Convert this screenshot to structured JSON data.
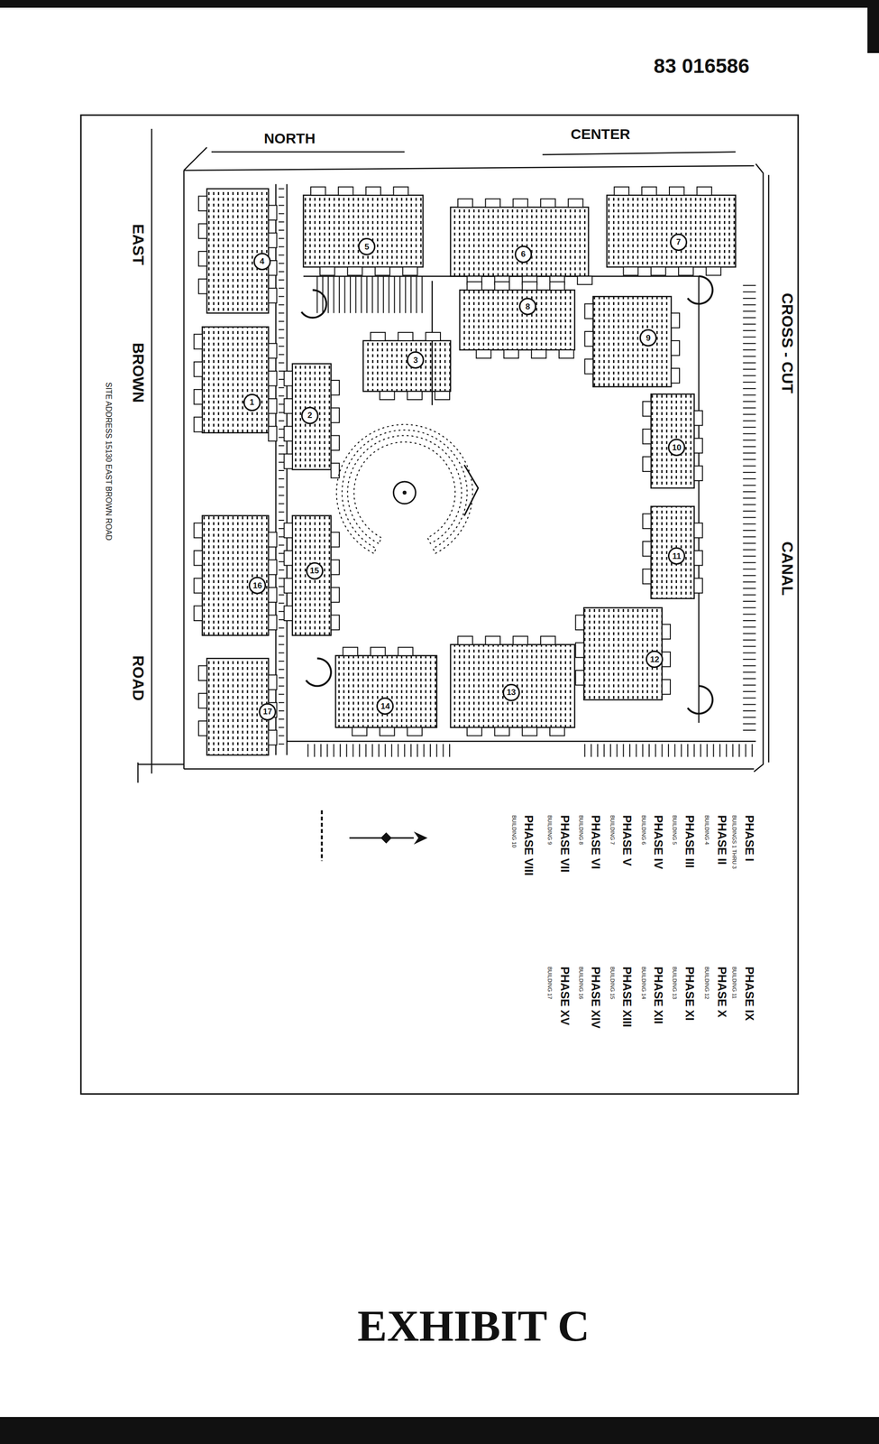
{
  "diagram": {
    "caption": "EXHIBIT C",
    "nodes": [
      {
        "text": [
          "1"
        ]
      },
      {
        "text": [
          "2"
        ]
      },
      {
        "text": [
          "3"
        ]
      },
      {
        "text": [
          "4"
        ]
      },
      {
        "text": [
          "5"
        ]
      },
      {
        "text": [
          "6"
        ]
      },
      {
        "text": [
          "7"
        ]
      },
      {
        "text": [
          "8"
        ]
      },
      {
        "text": [
          "9"
        ]
      },
      {
        "text": [
          "10"
        ]
      },
      {
        "text": [
          "11"
        ]
      },
      {
        "text": [
          "12"
        ]
      },
      {
        "text": [
          "13"
        ]
      },
      {
        "text": [
          "14"
        ]
      },
      {
        "text": [
          "15"
        ]
      },
      {
        "text": [
          "16"
        ]
      },
      {
        "text": [
          "17"
        ]
      }
    ],
    "labels": [
      "83 016586",
      "NORTH",
      "CENTER",
      "EAST",
      "BROWN",
      "ROAD",
      "CROSS - CUT",
      "CANAL",
      "SITE ADDRESS 15130 EAST BROWN ROAD",
      "PHASE I",
      "BUILDINGS 1 THRU 3",
      "PHASE II",
      "BUILDING 4",
      "PHASE III",
      "BUILDING 5",
      "PHASE IV",
      "BUILDING 6",
      "PHASE V",
      "BUILDING 7",
      "PHASE VI",
      "BUILDING 8",
      "PHASE VII",
      "BUILDING 9",
      "PHASE VIII",
      "BUILDING 10",
      "PHASE IX",
      "BUILDING 11",
      "PHASE X",
      "BUILDING 12",
      "PHASE XI",
      "BUILDING 13",
      "PHASE XII",
      "BUILDING 14",
      "PHASE XIII",
      "BUILDING 15",
      "PHASE XIV",
      "BUILDING 16",
      "PHASE XV",
      "BUILDING 17"
    ]
  }
}
